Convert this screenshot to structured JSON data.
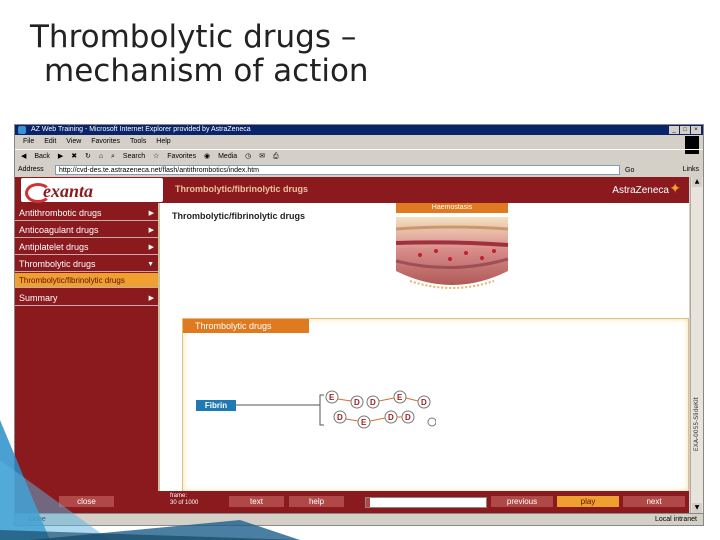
{
  "slide": {
    "title_line1": "Thrombolytic drugs –",
    "title_line2": "mechanism of action"
  },
  "browser": {
    "title": "AZ Web Training - Microsoft Internet Explorer provided by AstraZeneca",
    "menu": [
      "File",
      "Edit",
      "View",
      "Favorites",
      "Tools",
      "Help"
    ],
    "toolbar": [
      "Back",
      "Search",
      "Favorites",
      "Media"
    ],
    "address_label": "Address",
    "address": "http://cvd-des.te.astrazeneca.net/flash/antithrombotics/index.htm",
    "go": "Go",
    "links": "Links",
    "status_left": "Done",
    "status_right": "Local intranet",
    "scroll_vertical_text": "EXA-0055-SlideKit"
  },
  "page": {
    "brand": "exanta",
    "header_title": "Thrombolytic/fibrinolytic drugs",
    "company": "AstraZeneca",
    "content_title": "Thrombolytic/fibrinolytic drugs",
    "haemostasis_label": "Haemostasis",
    "panel_label": "Thrombolytic drugs",
    "fibrin_label": "Fibrin",
    "nav": [
      {
        "label": "Antithrombotic drugs",
        "arrow": "▶"
      },
      {
        "label": "Anticoagulant drugs",
        "arrow": "▶"
      },
      {
        "label": "Antiplatelet drugs",
        "arrow": "▶"
      },
      {
        "label": "Thrombolytic drugs",
        "arrow": "▼"
      },
      {
        "label": "Thrombolytic/fibrinolytic drugs",
        "arrow": ""
      },
      {
        "label": "Summary",
        "arrow": "▶"
      }
    ],
    "controls": {
      "close": "close",
      "frame_label": "frame:",
      "frame_value": "30 of 1000",
      "text": "text",
      "help": "help",
      "previous": "previous",
      "play": "play",
      "next": "next"
    },
    "progress": 0.03
  },
  "colors": {
    "brand": "#8b1a1f",
    "accent": "#e07a20",
    "fibrin": "#1f7ab3"
  }
}
